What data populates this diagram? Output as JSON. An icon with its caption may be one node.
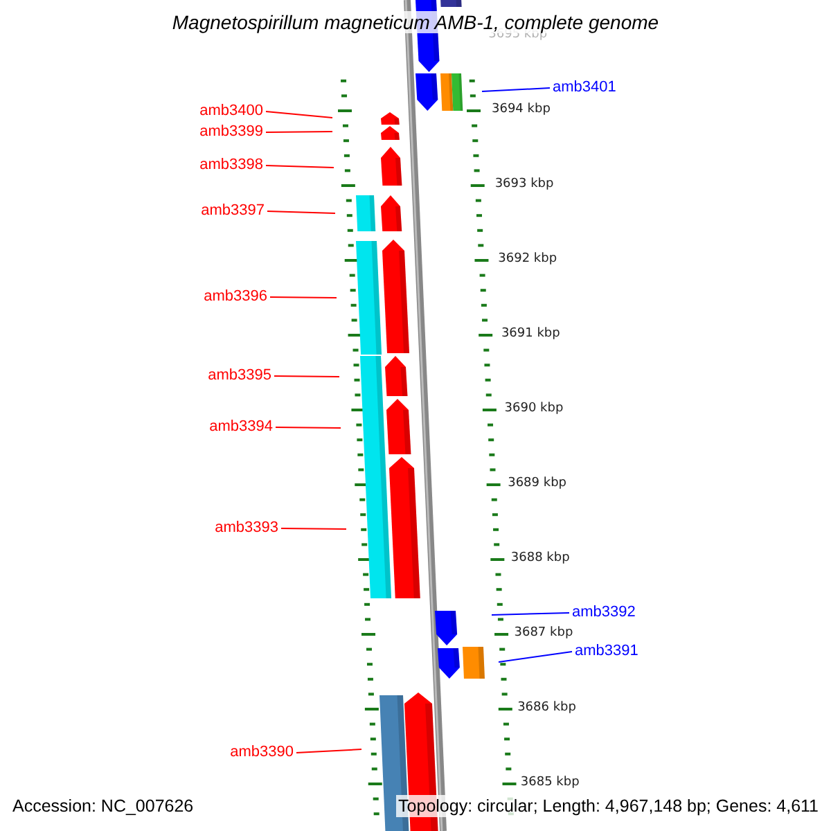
{
  "diagram": {
    "title": "Magnetospirillum magneticum AMB-1, complete genome",
    "nodes": [
      {
        "text": [
          "amb3400"
        ]
      },
      {
        "text": [
          "amb3399"
        ]
      },
      {
        "text": [
          "amb3398"
        ]
      },
      {
        "text": [
          "amb3397"
        ]
      },
      {
        "text": [
          "amb3396"
        ]
      },
      {
        "text": [
          "amb3395"
        ]
      },
      {
        "text": [
          "amb3394"
        ]
      },
      {
        "text": [
          "amb3393"
        ]
      },
      {
        "text": [
          "amb3390"
        ]
      },
      {
        "text": [
          "amb3401"
        ]
      },
      {
        "text": [
          "amb3392"
        ]
      },
      {
        "text": [
          "amb3391"
        ]
      }
    ],
    "edges": [
      {
        "from": 0,
        "to": null,
        "arrow": "none"
      },
      {
        "from": 1,
        "to": null,
        "arrow": "none"
      },
      {
        "from": 2,
        "to": null,
        "arrow": "none"
      },
      {
        "from": 3,
        "to": null,
        "arrow": "none"
      },
      {
        "from": 4,
        "to": null,
        "arrow": "none"
      },
      {
        "from": 5,
        "to": null,
        "arrow": "none"
      },
      {
        "from": 6,
        "to": null,
        "arrow": "none"
      },
      {
        "from": 7,
        "to": null,
        "arrow": "none"
      },
      {
        "from": 8,
        "to": null,
        "arrow": "none"
      },
      {
        "from": 9,
        "to": null,
        "arrow": "none",
        "color": "#0000ff"
      },
      {
        "from": 10,
        "to": null,
        "arrow": "none",
        "color": "#0000ff"
      },
      {
        "from": 11,
        "to": null,
        "arrow": "none",
        "color": "#0000ff"
      }
    ],
    "labels": [
      "3695 kbp",
      "3694 kbp",
      "3693 kbp",
      "3692 kbp",
      "3691 kbp",
      "3690 kbp",
      "3689 kbp",
      "3688 kbp",
      "3687 kbp",
      "3686 kbp",
      "3685 kbp",
      "Accession: NC_007626",
      "Topology: circular; Length: 4,967,148 bp; Genes: 4,611"
    ]
  }
}
